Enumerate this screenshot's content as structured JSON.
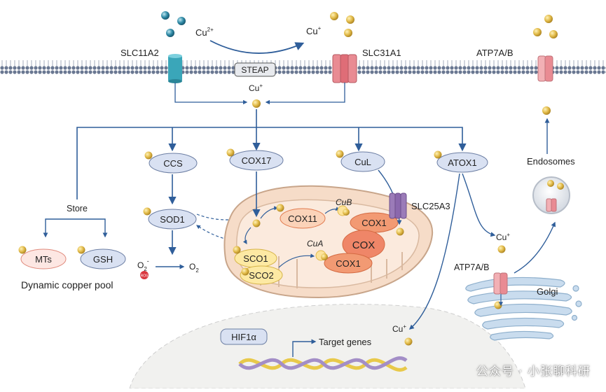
{
  "ions": {
    "cu2_base": "Cu",
    "cu2_sup": "2+",
    "cu1_base": "Cu",
    "cu1_sup": "+"
  },
  "transporters": {
    "slc11a2": "SLC11A2",
    "slc31a1": "SLC31A1",
    "atp7ab": "ATP7A/B",
    "steap": "STEAP",
    "slc25a3": "SLC25A3"
  },
  "chaperones": {
    "ccs": "CCS",
    "cox17": "COX17",
    "cul": "CuL",
    "atox1": "ATOX1"
  },
  "store": {
    "label": "Store",
    "mts": "MTs",
    "gsh": "GSH",
    "pool": "Dynamic copper pool"
  },
  "sod": {
    "sod1": "SOD1",
    "o2_radical_base": "O",
    "o2_radical_sub": "2",
    "o2_radical_sup": "-",
    "ros": "ROS",
    "o2_base": "O",
    "o2_sub": "2"
  },
  "mito": {
    "cox11": "COX11",
    "cub": "CuB",
    "cox1_top": "COX1",
    "cox": "COX",
    "cua": "CuA",
    "cox1_bottom": "COX1",
    "sco1": "SCO1",
    "sco2": "SCO2"
  },
  "golgi": {
    "label": "Golgi",
    "atp7ab": "ATP7A/B",
    "endosomes": "Endosomes"
  },
  "nucleus": {
    "hif1a": "HIF1α",
    "target_genes": "Target genes"
  },
  "watermark": "公众号 · 小张聊科研",
  "colors": {
    "membrane": "#5b6a86",
    "arrow": "#2f5e9a",
    "chaperone": "#d9e1f2",
    "copper": "#e2bb4a",
    "mito": "#f6dcc8",
    "cox": "#f29a73",
    "pinkChannel": "#e98b93",
    "tealChannel": "#3aa6b9"
  }
}
